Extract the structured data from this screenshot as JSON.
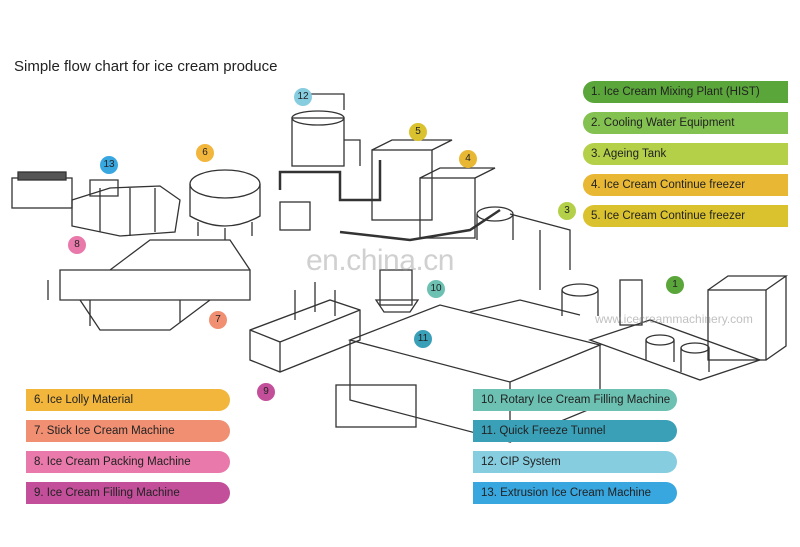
{
  "title": "Simple flow chart for ice cream produce",
  "watermark": "en.china.cn",
  "watermark_url": "www.icecreammachinery.com",
  "legend_right": [
    {
      "label": "1. Ice Cream Mixing Plant (HIST)",
      "color": "#5aa63a"
    },
    {
      "label": "2. Cooling Water Equipment",
      "color": "#83c250"
    },
    {
      "label": "3. Ageing Tank",
      "color": "#b4d048"
    },
    {
      "label": "4. Ice Cream Continue freezer",
      "color": "#e8b733"
    },
    {
      "label": "5. Ice Cream Continue freezer",
      "color": "#d9c22e"
    }
  ],
  "legend_left": [
    {
      "label": "6. Ice Lolly Material",
      "color": "#f2b63c"
    },
    {
      "label": "7. Stick Ice Cream Machine",
      "color": "#f08f72"
    },
    {
      "label": "8. Ice Cream Packing Machine",
      "color": "#e879aa"
    },
    {
      "label": "9. Ice Cream Filling Machine",
      "color": "#c34f9a"
    }
  ],
  "legend_bottom_right": [
    {
      "label": "10. Rotary Ice Cream Filling Machine",
      "color": "#6cc1b2"
    },
    {
      "label": "11. Quick Freeze Tunnel",
      "color": "#3aa0b8"
    },
    {
      "label": "12. CIP System",
      "color": "#86cde0"
    },
    {
      "label": "13. Extrusion Ice Cream Machine",
      "color": "#38a6df"
    }
  ],
  "badges": [
    {
      "text": "1",
      "color": "#5aa63a"
    },
    {
      "text": "3",
      "color": "#b4d048"
    },
    {
      "text": "4",
      "color": "#e8b733"
    },
    {
      "text": "5",
      "color": "#d9c22e"
    },
    {
      "text": "6",
      "color": "#f2b63c"
    },
    {
      "text": "7",
      "color": "#f08f72"
    },
    {
      "text": "8",
      "color": "#e879aa"
    },
    {
      "text": "9",
      "color": "#c34f9a"
    },
    {
      "text": "10",
      "color": "#6cc1b2"
    },
    {
      "text": "11",
      "color": "#3aa0b8"
    },
    {
      "text": "12",
      "color": "#86cde0"
    },
    {
      "text": "13",
      "color": "#38a6df"
    }
  ]
}
